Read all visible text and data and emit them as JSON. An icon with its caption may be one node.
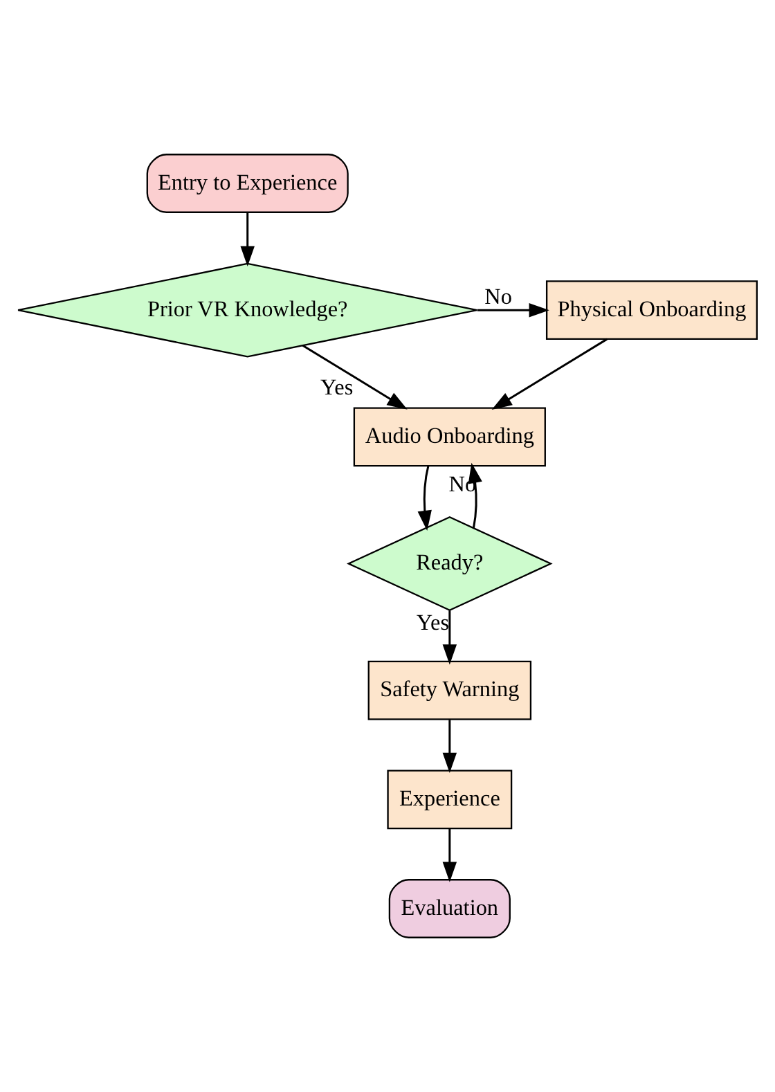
{
  "diagram": {
    "nodes": [
      {
        "text": [
          "Entry to Experience"
        ]
      },
      {
        "text": [
          "Prior VR Knowledge?"
        ]
      },
      {
        "text": [
          "Physical Onboarding"
        ]
      },
      {
        "text": [
          "Audio Onboarding"
        ]
      },
      {
        "text": [
          "Ready?"
        ]
      },
      {
        "text": [
          "Safety Warning"
        ]
      },
      {
        "text": [
          "Experience"
        ]
      },
      {
        "text": [
          "Evaluation"
        ]
      }
    ],
    "edges": [
      {
        "from": 0,
        "to": 1,
        "arrow": "to"
      },
      {
        "from": 1,
        "to": 2,
        "arrow": "to",
        "label": "No"
      },
      {
        "from": 1,
        "to": 3,
        "arrow": "to",
        "label": "Yes"
      },
      {
        "from": 2,
        "to": 3,
        "arrow": "to"
      },
      {
        "from": 3,
        "to": 4,
        "arrow": "to"
      },
      {
        "from": 4,
        "to": 3,
        "arrow": "to",
        "label": "No"
      },
      {
        "from": 4,
        "to": 5,
        "arrow": "to",
        "label": "Yes"
      },
      {
        "from": 5,
        "to": 6,
        "arrow": "to"
      },
      {
        "from": 6,
        "to": 7,
        "arrow": "to"
      }
    ]
  }
}
